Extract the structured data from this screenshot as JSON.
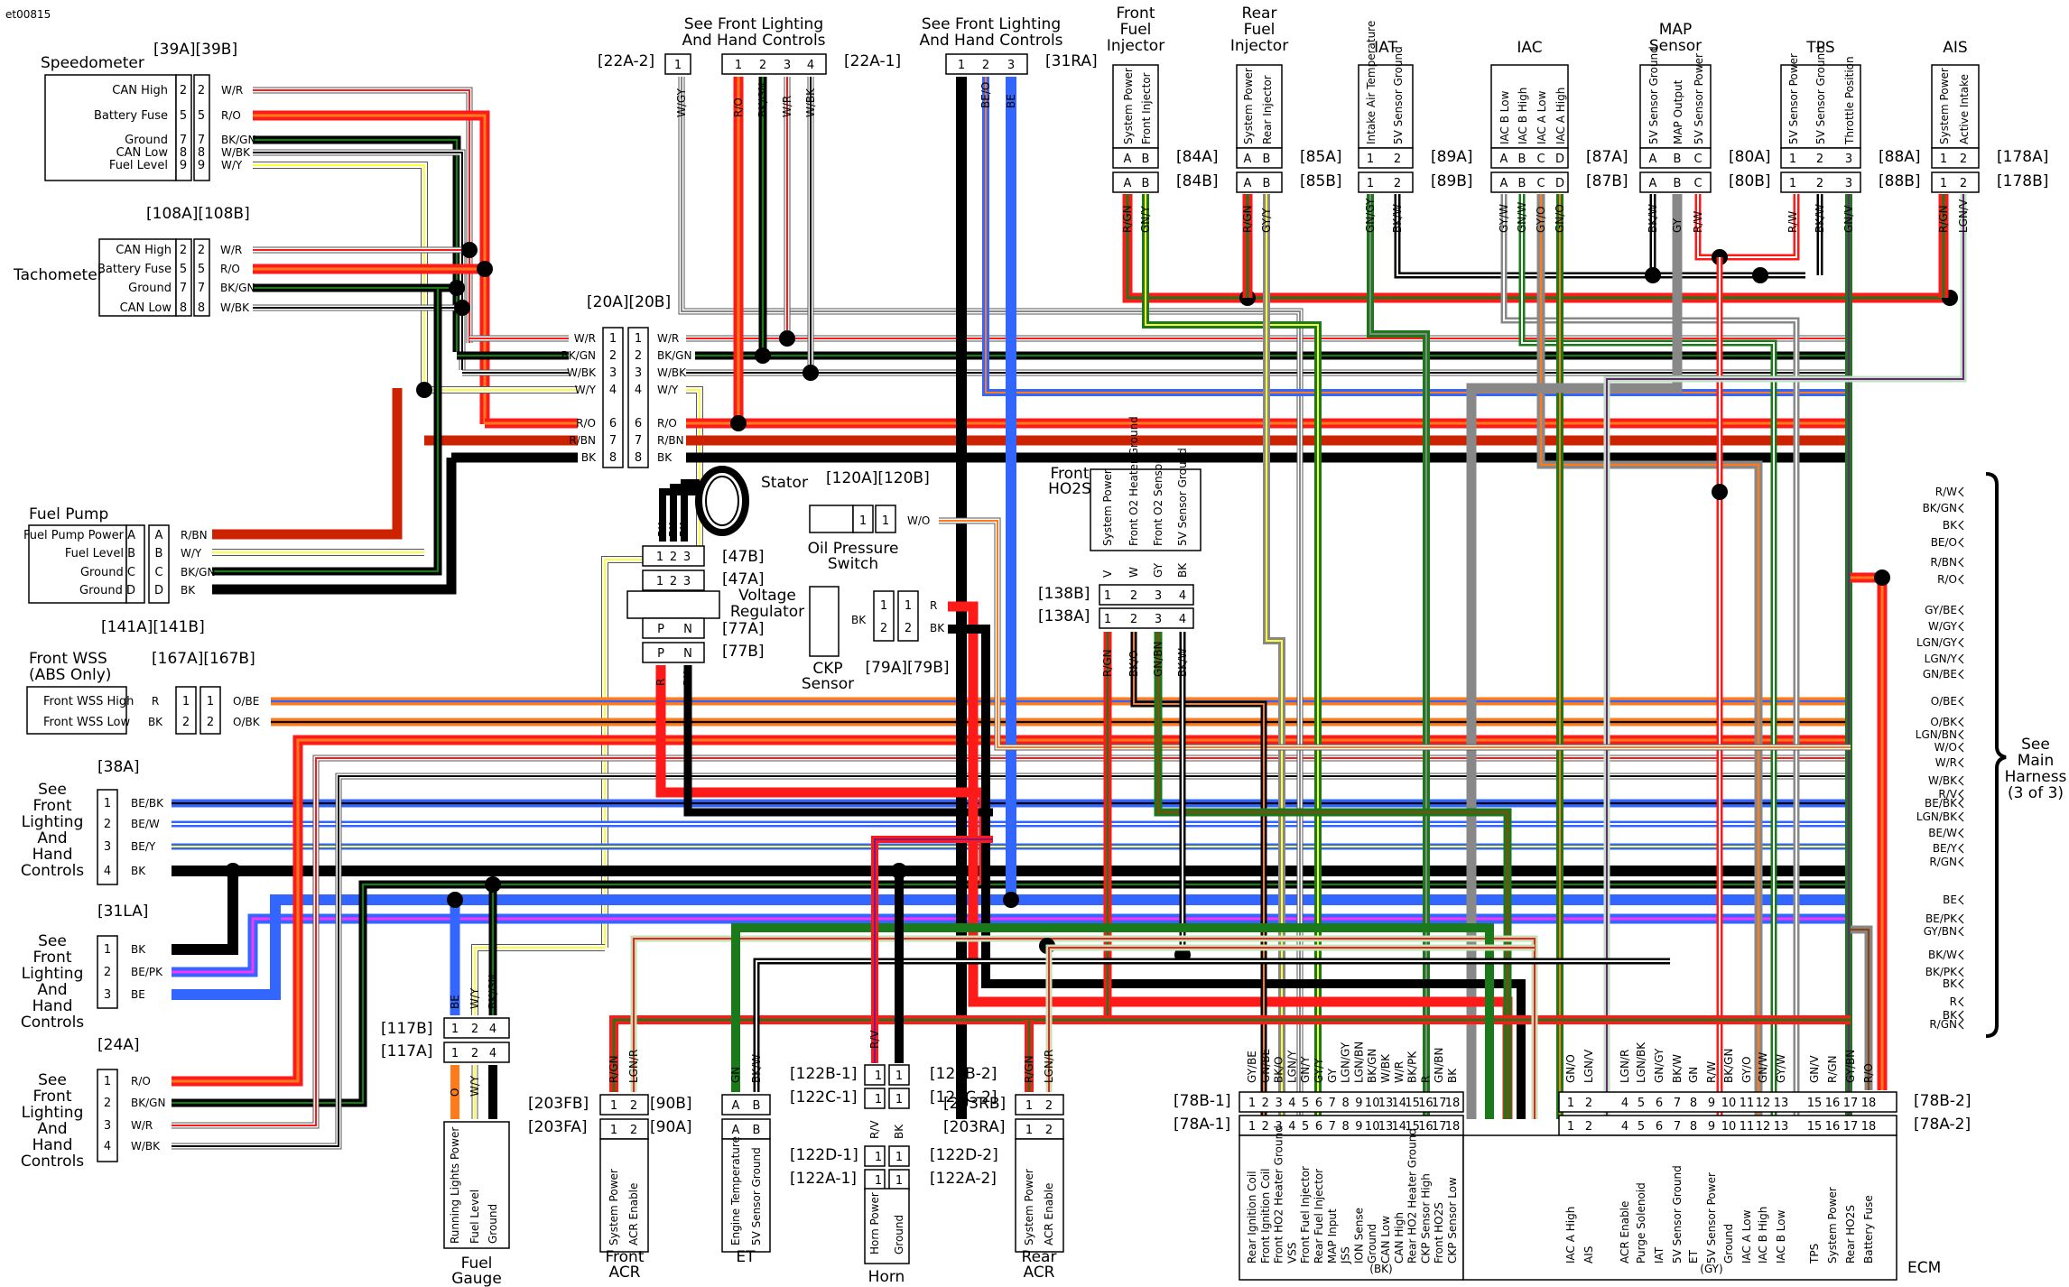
{
  "figure_id": "et00815",
  "colors": {
    "R": "#ff1a1a",
    "O": "#ff7a1a",
    "BK": "#000000",
    "W": "#ffffff",
    "GN": "#1a7a1a",
    "Y": "#ffff33",
    "BE": "#3366ff",
    "GY": "#888888",
    "BN": "#8b4513",
    "V": "#7a1a8a",
    "PK": "#ff33ff",
    "LGN": "#b8e6b8",
    "RBN": "#cc2200"
  },
  "components": {
    "speedometer": {
      "title": "Speedometer",
      "connectors": "[39A][39B]",
      "pins": [
        {
          "name": "CAN High",
          "pin": "2",
          "wire": "W/R"
        },
        {
          "name": "Battery Fuse",
          "pin": "5",
          "wire": "R/O"
        },
        {
          "name": "Ground",
          "pin": "7",
          "wire": "BK/GN"
        },
        {
          "name": "CAN Low",
          "pin": "8",
          "wire": "W/BK"
        },
        {
          "name": "Fuel Level",
          "pin": "9",
          "wire": "W/Y"
        }
      ]
    },
    "tachometer": {
      "title": "Tachometer",
      "connectors": "[108A][108B]",
      "pins": [
        {
          "name": "CAN High",
          "pin": "2",
          "wire": "W/R"
        },
        {
          "name": "Battery Fuse",
          "pin": "5",
          "wire": "R/O"
        },
        {
          "name": "Ground",
          "pin": "7",
          "wire": "BK/GN"
        },
        {
          "name": "CAN Low",
          "pin": "8",
          "wire": "W/BK"
        }
      ]
    },
    "fuel_pump": {
      "title": "Fuel Pump",
      "connectors": "[141A][141B]",
      "pins": [
        {
          "name": "Fuel Pump Power",
          "pin": "A",
          "wire": "R/BN"
        },
        {
          "name": "Fuel Level",
          "pin": "B",
          "wire": "W/Y"
        },
        {
          "name": "Ground",
          "pin": "C",
          "wire": "BK/GN"
        },
        {
          "name": "Ground",
          "pin": "D",
          "wire": "BK"
        }
      ]
    },
    "front_wss": {
      "title": "Front WSS",
      "subtitle": "(ABS Only)",
      "connectors": "[167A][167B]",
      "pins": [
        {
          "name": "Front WSS High",
          "pin": "1",
          "wire_a": "R",
          "wire_b": "O/BE"
        },
        {
          "name": "Front WSS Low",
          "pin": "2",
          "wire_a": "BK",
          "wire_b": "O/BK"
        }
      ]
    },
    "conn_38a": {
      "title": "See Front Lighting And Hand Controls",
      "connector": "[38A]",
      "pins": [
        {
          "pin": "1",
          "wire": "BE/BK"
        },
        {
          "pin": "2",
          "wire": "BE/W"
        },
        {
          "pin": "3",
          "wire": "BE/Y"
        },
        {
          "pin": "4",
          "wire": "BK"
        }
      ]
    },
    "conn_31la": {
      "title": "See Front Lighting And Hand Controls",
      "connector": "[31LA]",
      "pins": [
        {
          "pin": "1",
          "wire": "BK"
        },
        {
          "pin": "2",
          "wire": "BE/PK"
        },
        {
          "pin": "3",
          "wire": "BE"
        }
      ]
    },
    "conn_24a": {
      "title": "See Front Lighting And Hand Controls",
      "connector": "[24A]",
      "pins": [
        {
          "pin": "1",
          "wire": "R/O"
        },
        {
          "pin": "2",
          "wire": "BK/GN"
        },
        {
          "pin": "3",
          "wire": "W/R"
        },
        {
          "pin": "4",
          "wire": "W/BK"
        }
      ]
    },
    "conn_22a": {
      "title": "See Front Lighting And Hand Controls",
      "connector_2": "[22A-2]",
      "connector_1": "[22A-1]",
      "pins_2": [
        {
          "pin": "1",
          "wire": "W/GY"
        }
      ],
      "pins_1": [
        {
          "pin": "1",
          "wire": "R/O"
        },
        {
          "pin": "2",
          "wire": "BK/GN"
        },
        {
          "pin": "3",
          "wire": "W/R"
        },
        {
          "pin": "4",
          "wire": "W/BK"
        }
      ]
    },
    "conn_31ra": {
      "title": "See Front Lighting And Hand Controls",
      "connector": "[31RA]",
      "pins": [
        {
          "pin": "1",
          "wire": "BK"
        },
        {
          "pin": "2",
          "wire": "BE/O"
        },
        {
          "pin": "3",
          "wire": "BE"
        }
      ]
    },
    "conn_20": {
      "connectors": "[20A][20B]",
      "pins": [
        {
          "pin": "1",
          "wire": "W/R"
        },
        {
          "pin": "2",
          "wire": "BK/GN"
        },
        {
          "pin": "3",
          "wire": "W/BK"
        },
        {
          "pin": "4",
          "wire": "W/Y"
        },
        {
          "pin": "6",
          "wire": "R/O"
        },
        {
          "pin": "7",
          "wire": "R/BN"
        },
        {
          "pin": "8",
          "wire": "BK"
        }
      ]
    },
    "stator": {
      "title": "Stator",
      "wires": [
        "BK",
        "BK",
        "BK"
      ]
    },
    "voltage_regulator": {
      "title": "Voltage Regulator",
      "conn_b": "[47B]",
      "conn_a": "[47A]",
      "pins_top": [
        "1",
        "2",
        "3"
      ],
      "conn_77a": "[77A]",
      "conn_77b": "[77B]",
      "pins_bottom": [
        "P",
        "N"
      ],
      "wires_bottom": [
        "R",
        "BK"
      ]
    },
    "oil_pressure_switch": {
      "title": "Oil Pressure Switch",
      "connectors": "[120A][120B]",
      "pin": "1",
      "wire": "W/O"
    },
    "ckp_sensor": {
      "title": "CKP Sensor",
      "connectors": "[79A][79B]",
      "wire_in": "BK",
      "pins": [
        {
          "pin": "1",
          "wire": "R"
        },
        {
          "pin": "2",
          "wire": "BK"
        }
      ]
    },
    "front_ho2s": {
      "title": "Front HO2S",
      "conn_b": "[138B]",
      "conn_a": "[138A]",
      "pins": [
        {
          "name": "System Power",
          "pin": "1",
          "wire_top": "V",
          "wire_bottom": "R/GN"
        },
        {
          "name": "Front O2 Heater Ground",
          "pin": "2",
          "wire_top": "W",
          "wire_bottom": "BK/O"
        },
        {
          "name": "Front O2 Sensor",
          "pin": "3",
          "wire_top": "GY",
          "wire_bottom": "GN/BN"
        },
        {
          "name": "5V Sensor Ground",
          "pin": "4",
          "wire_top": "BK",
          "wire_bottom": "BK/W"
        }
      ]
    },
    "front_fuel_injector": {
      "title": "Front Fuel Injector",
      "conn_a": "[84A]",
      "conn_b": "[84B]",
      "pins": [
        {
          "name": "System Power",
          "pin": "A",
          "wire": "R/GN"
        },
        {
          "name": "Front Injector",
          "pin": "B",
          "wire": "GN/Y"
        }
      ]
    },
    "rear_fuel_injector": {
      "title": "Rear Fuel Injector",
      "conn_a": "[85A]",
      "conn_b": "[85B]",
      "pins": [
        {
          "name": "System Power",
          "pin": "A",
          "wire": "R/GN"
        },
        {
          "name": "Rear Injector",
          "pin": "B",
          "wire": "GY/Y"
        }
      ]
    },
    "iat": {
      "title": "IAT",
      "conn_a": "[89A]",
      "conn_b": "[89B]",
      "pins": [
        {
          "name": "Intake Air Temperature",
          "pin": "1",
          "wire": "GN/GY"
        },
        {
          "name": "5V Sensor Ground",
          "pin": "2",
          "wire": "BK/W"
        }
      ]
    },
    "iac": {
      "title": "IAC",
      "conn_a": "[87A]",
      "conn_b": "[87B]",
      "pins": [
        {
          "name": "IAC B Low",
          "pin": "A",
          "wire": "GY/W"
        },
        {
          "name": "IAC B High",
          "pin": "B",
          "wire": "GN/W"
        },
        {
          "name": "IAC A Low",
          "pin": "C",
          "wire": "GY/O"
        },
        {
          "name": "IAC A High",
          "pin": "D",
          "wire": "GN/O"
        }
      ]
    },
    "map_sensor": {
      "title": "MAP Sensor",
      "conn_a": "[80A]",
      "conn_b": "[80B]",
      "pins": [
        {
          "name": "5V Sensor Ground",
          "pin": "A",
          "wire": "BK/W"
        },
        {
          "name": "MAP Output",
          "pin": "B",
          "wire": "GY"
        },
        {
          "name": "5V Sensor Power",
          "pin": "C",
          "wire": "R/W"
        }
      ]
    },
    "tps": {
      "title": "TPS",
      "conn_a": "[88A]",
      "conn_b": "[88B]",
      "pins": [
        {
          "name": "5V Sensor Power",
          "pin": "1",
          "wire": "R/W"
        },
        {
          "name": "5V Sensor Ground",
          "pin": "2",
          "wire": "BK/W"
        },
        {
          "name": "Throttle Position",
          "pin": "3",
          "wire": "GN/V"
        }
      ]
    },
    "ais": {
      "title": "AIS",
      "conn_a": "[178A]",
      "conn_b": "[178B]",
      "pins": [
        {
          "name": "System Power",
          "pin": "1",
          "wire": "R/GN"
        },
        {
          "name": "Active Intake",
          "pin": "2",
          "wire": "LGN/V"
        }
      ]
    },
    "fuel_gauge": {
      "title": "Fuel Gauge",
      "conn_b": "[117B]",
      "conn_a": "[117A]",
      "pins": [
        {
          "name": "Running Lights Power",
          "pin": "1",
          "wire_top": "BE",
          "wire_bottom": "O"
        },
        {
          "name": "Fuel Level",
          "pin": "2",
          "wire_top": "W/Y",
          "wire_bottom": "W/Y"
        },
        {
          "name": "Ground",
          "pin": "4",
          "wire_top": "BK/GN",
          "wire_bottom": "BK"
        }
      ]
    },
    "front_acr": {
      "title": "Front ACR",
      "conn_b": "[203FB]",
      "conn_a": "[203FA]",
      "pins": [
        {
          "name": "System Power",
          "pin": "1",
          "wire": "R/GN"
        },
        {
          "name": "ACR Enable",
          "pin": "2",
          "wire": "LGN/R"
        }
      ]
    },
    "et": {
      "title": "ET",
      "conn_b": "[90B]",
      "conn_a": "[90A]",
      "pins": [
        {
          "name": "Engine Temperature",
          "pin": "A",
          "wire": "GN"
        },
        {
          "name": "5V Sensor Ground",
          "pin": "B",
          "wire": "BK/W"
        }
      ]
    },
    "horn": {
      "title": "Horn",
      "connectors_left": [
        "[122B-1]",
        "[122C-1]",
        "[122D-1]",
        "[122A-1]"
      ],
      "connectors_right": [
        "[122B-2]",
        "[122C-2]",
        "[122D-2]",
        "[122A-2]"
      ],
      "pins": [
        {
          "name": "Horn Power",
          "pin": "1",
          "wire": "R/V"
        },
        {
          "name": "Ground",
          "pin": "1",
          "wire": "BK"
        }
      ]
    },
    "rear_acr": {
      "title": "Rear ACR",
      "conn_b": "[203RB]",
      "conn_a": "[203RA]",
      "pins": [
        {
          "name": "System Power",
          "pin": "1",
          "wire": "R/GN"
        },
        {
          "name": "ACR Enable",
          "pin": "2",
          "wire": "LGN/R"
        }
      ]
    },
    "ecm": {
      "title": "ECM",
      "bk": {
        "conn_b": "[78B-1]",
        "conn_a": "[78A-1]",
        "label": "(BK)",
        "pins": [
          {
            "pin": "1",
            "wire": "GY/BE",
            "name": "Rear Ignition Coil"
          },
          {
            "pin": "2",
            "wire": "GN/BE",
            "name": "Front Ignition Coil"
          },
          {
            "pin": "3",
            "wire": "BK/O",
            "name": "Front HO2 Heater Ground"
          },
          {
            "pin": "4",
            "wire": "LGN/Y",
            "name": "VSS"
          },
          {
            "pin": "5",
            "wire": "GN/Y",
            "name": "Front Fuel Injector"
          },
          {
            "pin": "6",
            "wire": "GY/Y",
            "name": "Rear Fuel Injector"
          },
          {
            "pin": "7",
            "wire": "GY",
            "name": "MAP Input"
          },
          {
            "pin": "8",
            "wire": "LGN/GY",
            "name": "JSS"
          },
          {
            "pin": "9",
            "wire": "LGN/BN",
            "name": "ION Sense"
          },
          {
            "pin": "10",
            "wire": "BK/GN",
            "name": "Ground"
          },
          {
            "pin": "13",
            "wire": "W/BK",
            "name": "CAN Low"
          },
          {
            "pin": "14",
            "wire": "W/R",
            "name": "CAN High"
          },
          {
            "pin": "15",
            "wire": "BK/PK",
            "name": "Rear HO2 Heater Ground"
          },
          {
            "pin": "16",
            "wire": "R",
            "name": "CKP Sensor High"
          },
          {
            "pin": "17",
            "wire": "GN/BN",
            "name": "Front HO2S"
          },
          {
            "pin": "18",
            "wire": "BK",
            "name": "CKP Sensor Low"
          }
        ]
      },
      "gy": {
        "conn_b": "[78B-2]",
        "conn_a": "[78A-2]",
        "label": "(GY)",
        "pins": [
          {
            "pin": "1",
            "wire": "GN/O",
            "name": "IAC A High"
          },
          {
            "pin": "2",
            "wire": "LGN/V",
            "name": "AIS"
          },
          {
            "pin": "4",
            "wire": "LGN/R",
            "name": "ACR Enable"
          },
          {
            "pin": "5",
            "wire": "LGN/BK",
            "name": "Purge Solenoid"
          },
          {
            "pin": "6",
            "wire": "GN/GY",
            "name": "IAT"
          },
          {
            "pin": "7",
            "wire": "BK/W",
            "name": "5V Sensor Ground"
          },
          {
            "pin": "8",
            "wire": "GN",
            "name": "ET"
          },
          {
            "pin": "9",
            "wire": "R/W",
            "name": "5V Sensor Power"
          },
          {
            "pin": "10",
            "wire": "BK/GN",
            "name": "Ground"
          },
          {
            "pin": "11",
            "wire": "GY/O",
            "name": "IAC A Low"
          },
          {
            "pin": "12",
            "wire": "GN/W",
            "name": "IAC B High"
          },
          {
            "pin": "13",
            "wire": "GY/W",
            "name": "IAC B Low"
          },
          {
            "pin": "15",
            "wire": "GN/V",
            "name": "TPS"
          },
          {
            "pin": "16",
            "wire": "R/GN",
            "name": "System Power"
          },
          {
            "pin": "17",
            "wire": "GY/BN",
            "name": "Rear HO2S"
          },
          {
            "pin": "18",
            "wire": "R/O",
            "name": "Battery Fuse"
          }
        ]
      }
    },
    "main_harness": {
      "title": "See Main Harness (3 of 3)",
      "wires": [
        "R/W",
        "BK/GN",
        "BK",
        "BE/O",
        "R/BN",
        "R/O",
        "GY/BE",
        "W/GY",
        "LGN/GY",
        "LGN/Y",
        "GN/BE",
        "O/BE",
        "O/BK",
        "LGN/BN",
        "W/O",
        "W/R",
        "W/BK",
        "R/V",
        "BE/BK",
        "LGN/BK",
        "BE/W",
        "BE/Y",
        "R/GN",
        "BE",
        "BE/PK",
        "GY/BN",
        "BK/W",
        "BK/PK",
        "BK",
        "R",
        "BK",
        "R/GN"
      ]
    }
  }
}
